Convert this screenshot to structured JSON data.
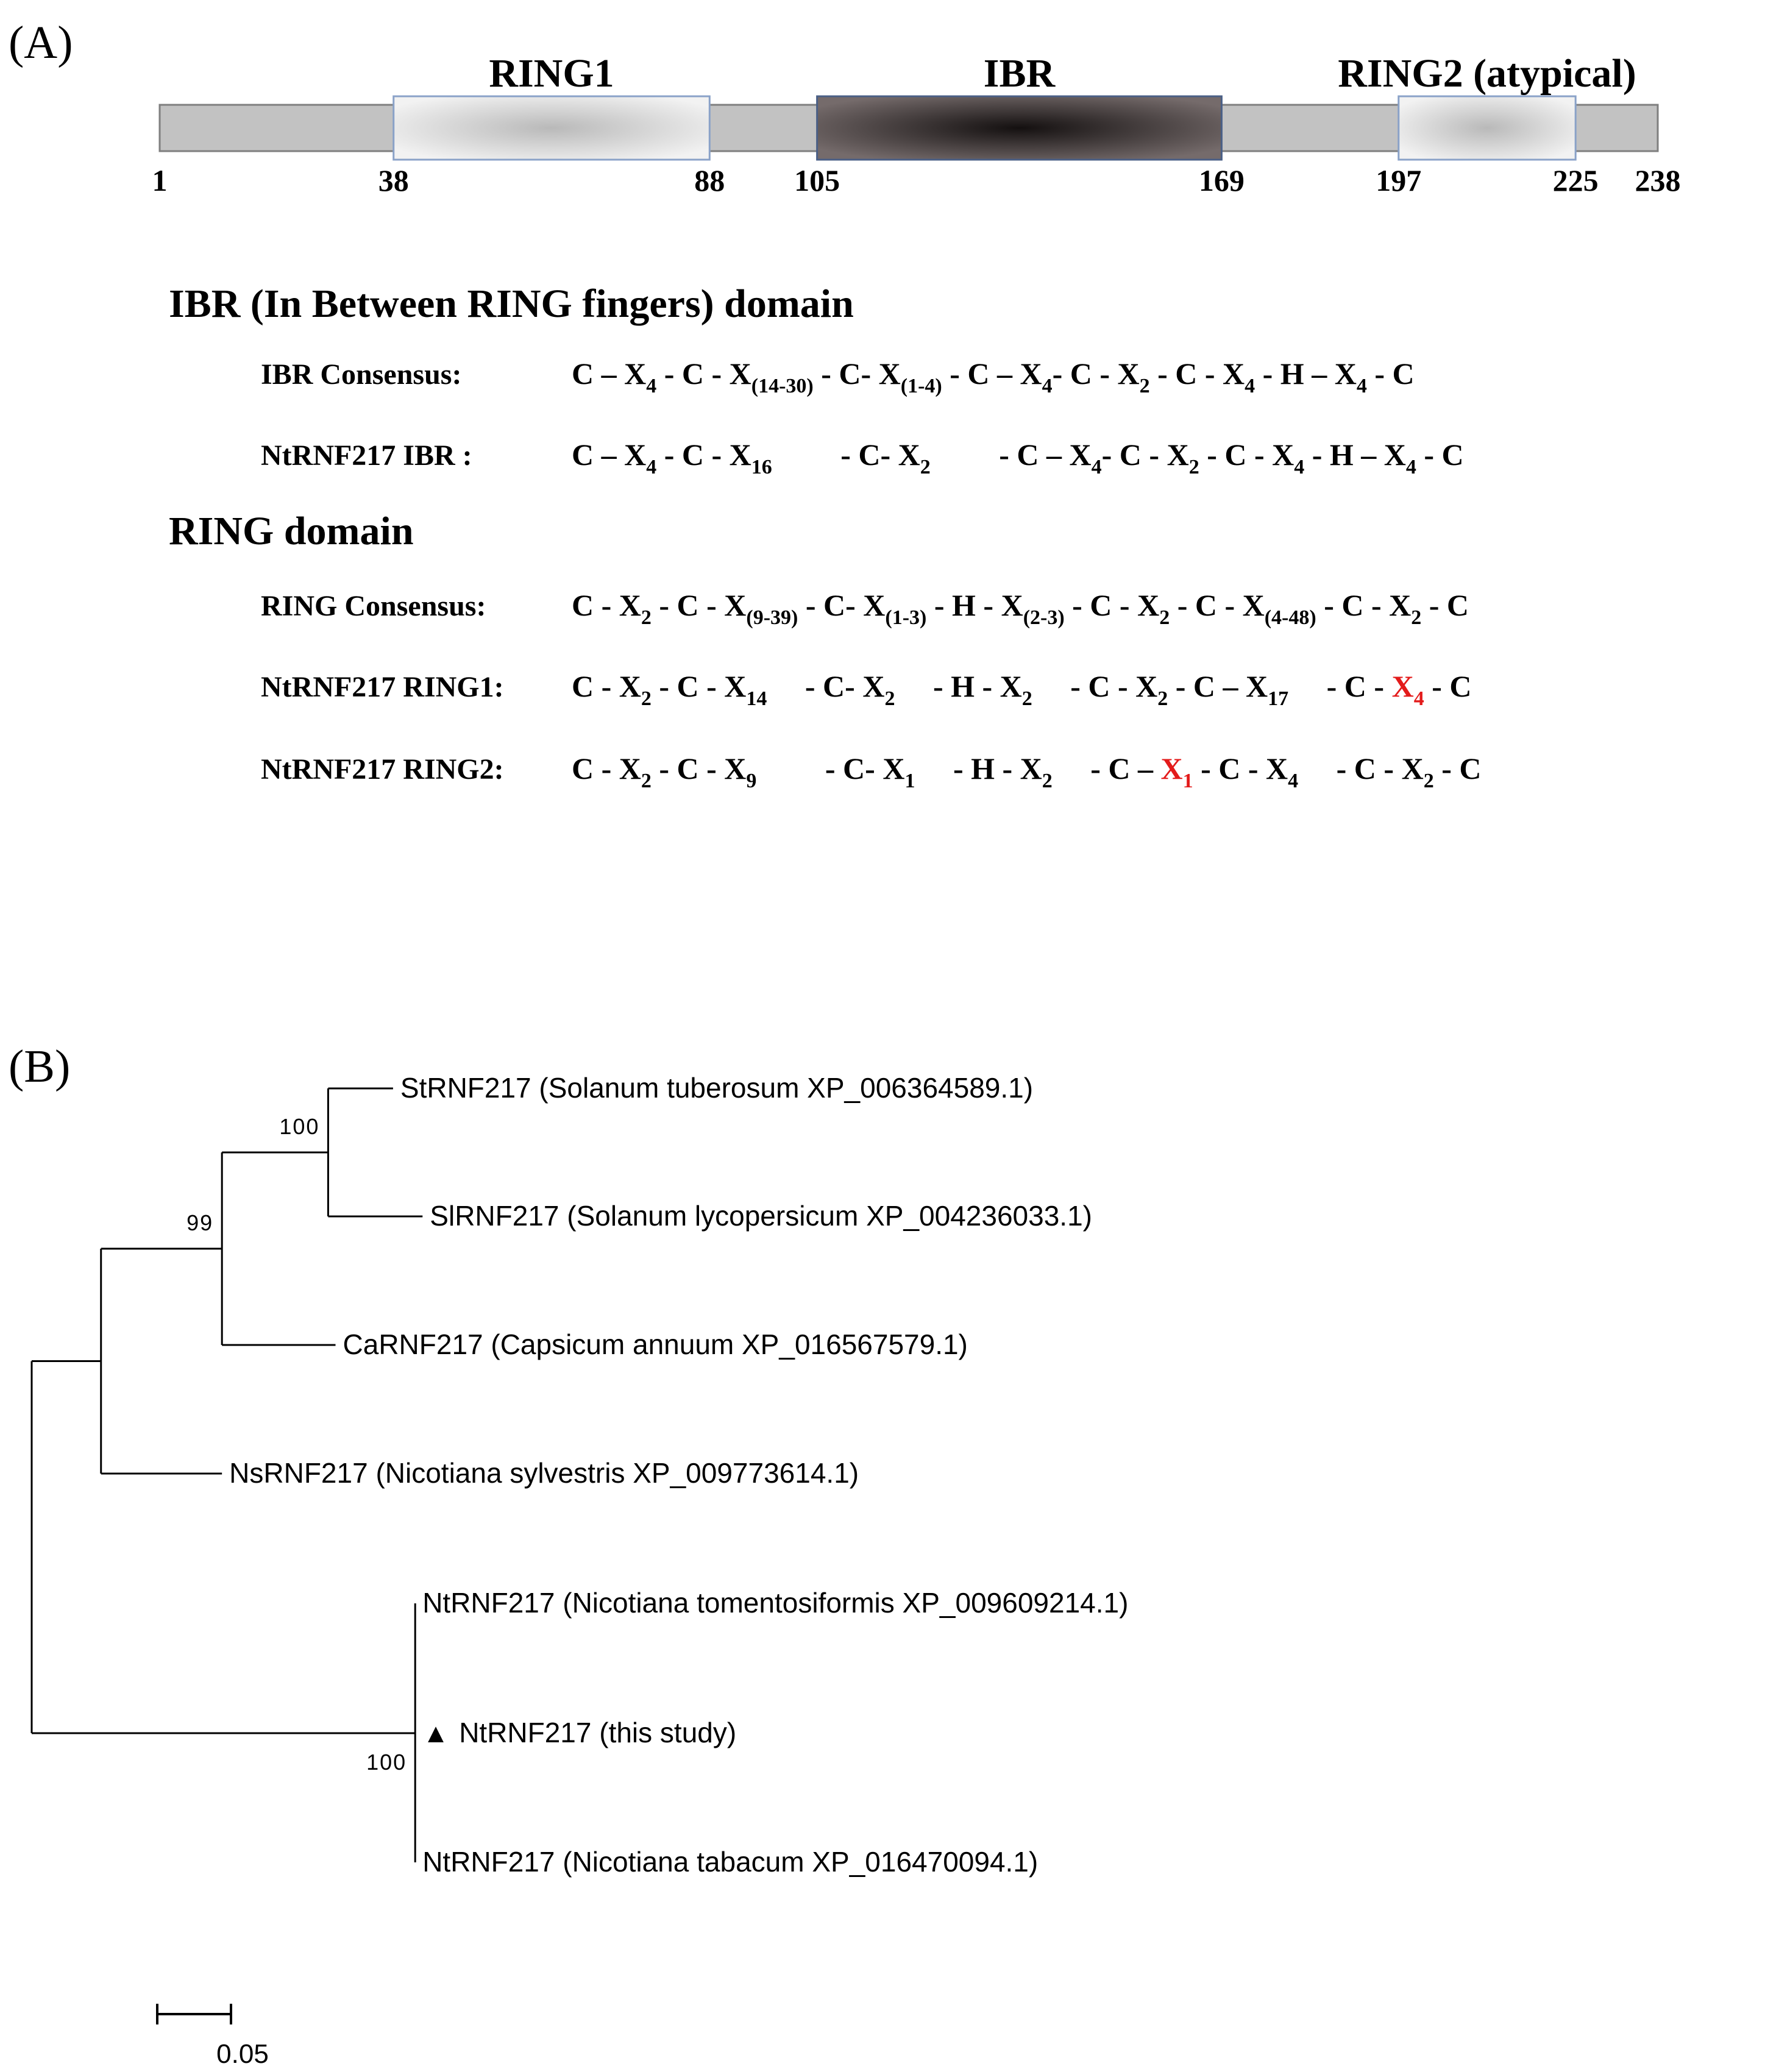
{
  "panel_a": {
    "label": "(A)",
    "domains": [
      {
        "name": "RING1",
        "start": 38,
        "end": 88,
        "style": "light"
      },
      {
        "name": "IBR",
        "start": 105,
        "end": 169,
        "style": "dark"
      },
      {
        "name": "RING2 (atypical)",
        "start": 197,
        "end": 225,
        "style": "light"
      }
    ],
    "positions": [
      "1",
      "38",
      "88",
      "105",
      "169",
      "197",
      "225",
      "238"
    ],
    "ibr_heading": "IBR (In Between RING fingers) domain",
    "ring_heading": "RING domain",
    "motif_rows": [
      {
        "label": "IBR Consensus:",
        "tokens": [
          {
            "t": "C – X"
          },
          {
            "sub": "4"
          },
          {
            "t": " - C - X"
          },
          {
            "sub": "(14-30)"
          },
          {
            "t": " - C- X"
          },
          {
            "sub": "(1-4)"
          },
          {
            "t": " - C – X"
          },
          {
            "sub": "4"
          },
          {
            "t": "- C - X"
          },
          {
            "sub": "2"
          },
          {
            "t": " - C - X"
          },
          {
            "sub": "4"
          },
          {
            "t": " - H – X"
          },
          {
            "sub": "4"
          },
          {
            "t": " - C"
          }
        ]
      },
      {
        "label": "NtRNF217 IBR :",
        "tokens": [
          {
            "t": "C – X"
          },
          {
            "sub": "4"
          },
          {
            "t": " - C - X"
          },
          {
            "sub": "16"
          },
          {
            "t": "   - C- X"
          },
          {
            "sub": "2"
          },
          {
            "t": "   - C – X"
          },
          {
            "sub": "4"
          },
          {
            "t": "- C - X"
          },
          {
            "sub": "2"
          },
          {
            "t": " - C - X"
          },
          {
            "sub": "4"
          },
          {
            "t": " - H – X"
          },
          {
            "sub": "4"
          },
          {
            "t": " - C"
          }
        ]
      },
      {
        "label": "RING Consensus:",
        "tokens": [
          {
            "t": "C - X"
          },
          {
            "sub": "2"
          },
          {
            "t": " - C - X"
          },
          {
            "sub": "(9-39)"
          },
          {
            "t": " - C- X"
          },
          {
            "sub": "(1-3)"
          },
          {
            "t": " - H - X"
          },
          {
            "sub": "(2-3)"
          },
          {
            "t": " - C - X"
          },
          {
            "sub": "2"
          },
          {
            "t": " - C - X"
          },
          {
            "sub": "(4-48)"
          },
          {
            "t": " - C - X"
          },
          {
            "sub": "2"
          },
          {
            "t": " - C"
          }
        ]
      },
      {
        "label": "NtRNF217 RING1:",
        "tokens": [
          {
            "t": "C - X"
          },
          {
            "sub": "2"
          },
          {
            "t": " - C - X"
          },
          {
            "sub": "14"
          },
          {
            "t": "  - C- X"
          },
          {
            "sub": "2"
          },
          {
            "t": "  - H - X"
          },
          {
            "sub": "2"
          },
          {
            "t": "  - C - X"
          },
          {
            "sub": "2"
          },
          {
            "t": " - C – X"
          },
          {
            "sub": "17"
          },
          {
            "t": "  - C - "
          },
          {
            "t": "X",
            "red": true
          },
          {
            "sub": "4",
            "red": true
          },
          {
            "t": " - C"
          }
        ]
      },
      {
        "label": "NtRNF217 RING2:",
        "tokens": [
          {
            "t": "C - X"
          },
          {
            "sub": "2"
          },
          {
            "t": " - C - X"
          },
          {
            "sub": "9"
          },
          {
            "t": "   - C- X"
          },
          {
            "sub": "1"
          },
          {
            "t": "  - H - X"
          },
          {
            "sub": "2"
          },
          {
            "t": "  - C – "
          },
          {
            "t": "X",
            "red": true
          },
          {
            "sub": "1",
            "red": true
          },
          {
            "t": " - C - X"
          },
          {
            "sub": "4"
          },
          {
            "t": "  - C - X"
          },
          {
            "sub": "2"
          },
          {
            "t": " - C"
          }
        ]
      }
    ]
  },
  "panel_b": {
    "label": "(B)",
    "tree": {
      "type": "phylogenetic_tree",
      "tips": [
        {
          "id": "st",
          "label": "StRNF217 (Solanum tuberosum XP_006364589.1)",
          "distance_from_root": 0.245
        },
        {
          "id": "sl",
          "label": "SlRNF217 (Solanum lycopersicum XP_004236033.1)",
          "distance_from_root": 0.265
        },
        {
          "id": "ca",
          "label": "CaRNF217 (Capsicum annuum XP_016567579.1)",
          "distance_from_root": 0.206
        },
        {
          "id": "ns",
          "label": "NsRNF217 (Nicotiana sylvestris XP_009773614.1)",
          "distance_from_root": 0.129
        },
        {
          "id": "nt1",
          "label": "NtRNF217 (Nicotiana tomentosiformis XP_009609214.1)",
          "distance_from_root": 0.26
        },
        {
          "id": "nt2",
          "label": "NtRNF217 (this study)",
          "distance_from_root": 0.26,
          "marker": "▲"
        },
        {
          "id": "nt3",
          "label": "NtRNF217 (Nicotiana tabacum XP_016470094.1)",
          "distance_from_root": 0.26
        }
      ],
      "nodes": [
        {
          "id": "n_st_sl",
          "distance_from_root": 0.201,
          "children": [
            "st",
            "sl"
          ],
          "bootstrap": "100"
        },
        {
          "id": "n_ca",
          "distance_from_root": 0.129,
          "children": [
            "n_st_sl",
            "ca"
          ],
          "bootstrap": "99"
        },
        {
          "id": "n_ns",
          "distance_from_root": 0.047,
          "children": [
            "n_ca",
            "ns"
          ]
        },
        {
          "id": "n_nt",
          "distance_from_root": 0.26,
          "children": [
            "nt1",
            "nt2",
            "nt3"
          ],
          "bootstrap": "100"
        },
        {
          "id": "root",
          "distance_from_root": 0,
          "children": [
            "n_ns",
            "n_nt"
          ]
        }
      ]
    },
    "scale_bar": {
      "value": 0.05,
      "label": "0.05"
    }
  }
}
